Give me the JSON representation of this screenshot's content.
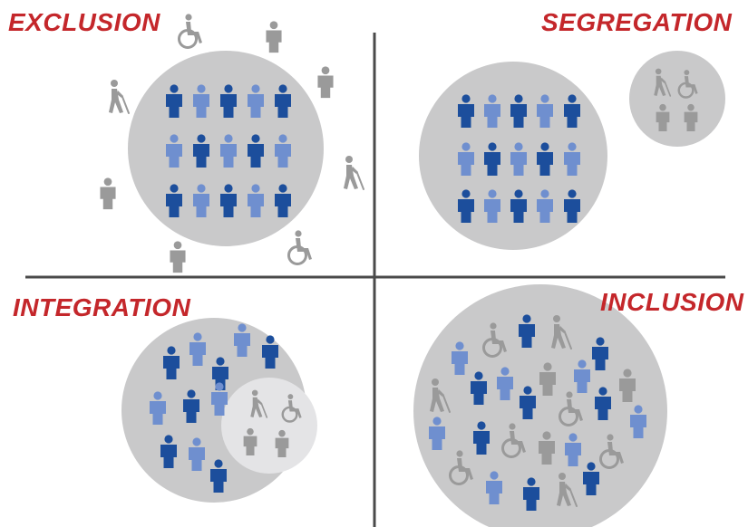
{
  "colors": {
    "label": "#c4272b",
    "axis": "#4a4a4a",
    "circle": "#c9c9ca",
    "inner_circle": "#e4e4e6",
    "dark_blue": "#1c4e9c",
    "light_blue": "#6f8fcf",
    "gray_figure": "#9a9a9a"
  },
  "quadrants": {
    "exclusion": {
      "label": "EXCLUSION"
    },
    "segregation": {
      "label": "SEGREGATION"
    },
    "integration": {
      "label": "INTEGRATION"
    },
    "inclusion": {
      "label": "INCLUSION"
    }
  },
  "icons": {
    "person": "person-icon",
    "walker": "blind-person-cane-icon",
    "wheelchair": "wheelchair-icon"
  }
}
